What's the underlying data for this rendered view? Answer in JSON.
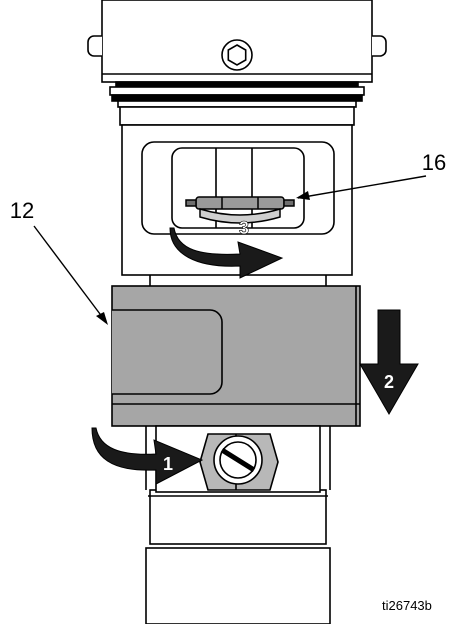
{
  "callouts": {
    "part_16": "16",
    "part_12": "12"
  },
  "steps": {
    "step_1": "1",
    "step_2": "2",
    "step_3": "3"
  },
  "figure_id": "ti26743b",
  "colors": {
    "line": "#000000",
    "body_fill": "#ffffff",
    "sleeve_fill": "#a6a6a6",
    "hex_fill": "#b8b8b8",
    "arrow_fill": "#1a1a1a",
    "step_text": "#ffffff"
  }
}
